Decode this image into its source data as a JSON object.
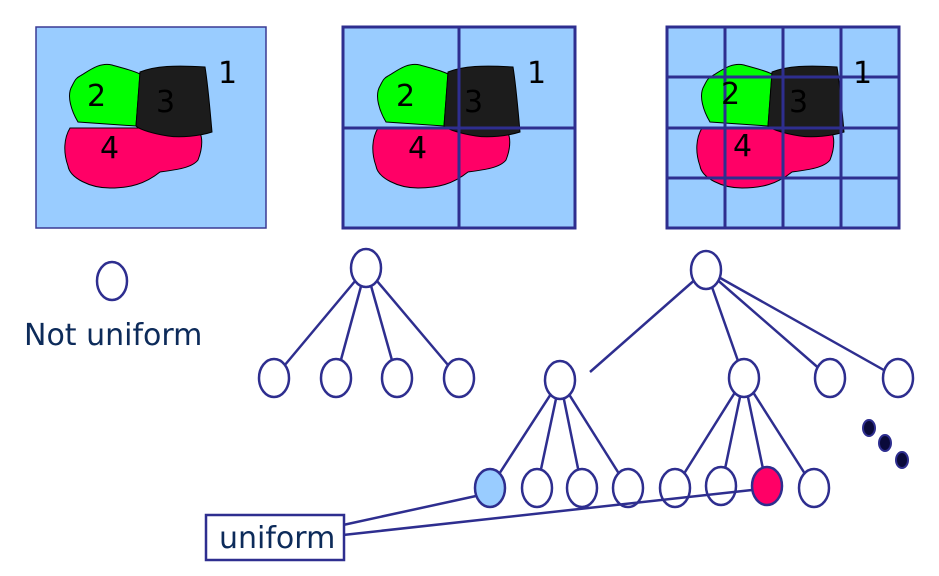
{
  "colors": {
    "background_blue": "#99ccff",
    "frame_outline": "#3a3a94",
    "grid_line": "#2e2e8f",
    "region_green": "#00ff00",
    "region_black": "#1c1c1c",
    "region_red": "#ff0066",
    "node_outline": "#2e2e8f",
    "node_fill_uniform_blue": "#99ccff",
    "node_fill_uniform_red": "#ff0066",
    "caption_text": "#0d2b5a"
  },
  "panels": [
    {
      "name": "panel-undivided",
      "grid": "1x1",
      "labels": {
        "r1": "1",
        "r2": "2",
        "r3": "3",
        "r4": "4"
      }
    },
    {
      "name": "panel-split-once",
      "grid": "2x2",
      "labels": {
        "r1": "1",
        "r2": "2",
        "r3": "3",
        "r4": "4"
      }
    },
    {
      "name": "panel-split-twice",
      "grid": "4x4",
      "labels": {
        "r1": "1",
        "r2": "2",
        "r3": "3",
        "r4": "4"
      }
    }
  ],
  "captions": {
    "not_uniform": "Not uniform",
    "uniform": "uniform"
  },
  "icons": {
    "continuation": "ellipsis-dots-icon"
  }
}
